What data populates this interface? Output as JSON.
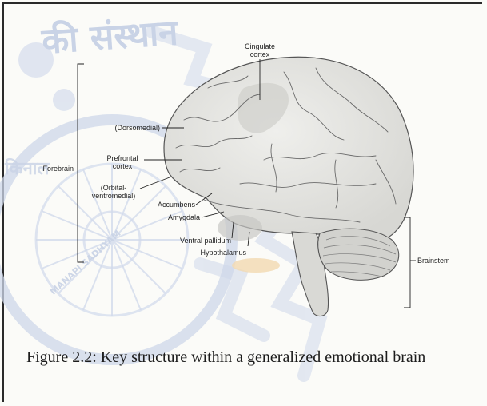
{
  "diagram": {
    "labels": {
      "cingulate": "Cingulate\ncortex",
      "dorsomedial": "(Dorsomedial)",
      "prefrontal": "Prefrontal\ncortex",
      "orbital": "(Orbital-\nventromedial)",
      "accumbens": "Accumbens",
      "amygdala": "Amygdala",
      "ventral_pallidum": "Ventral pallidum",
      "hypothalamus": "Hypothalamus",
      "forebrain": "Forebrain",
      "brainstem": "Brainstem"
    }
  },
  "caption": "Figure 2.2: Key structure within a generalized emotional brain",
  "watermark": {
    "text_top": "की संस्थान",
    "text_left": "किनाल",
    "text_ring": "MANAPI SADHYAM"
  },
  "colors": {
    "ink": "#222222",
    "brain_fill": "#e6e6e3",
    "watermark": "#c9d3e6"
  }
}
